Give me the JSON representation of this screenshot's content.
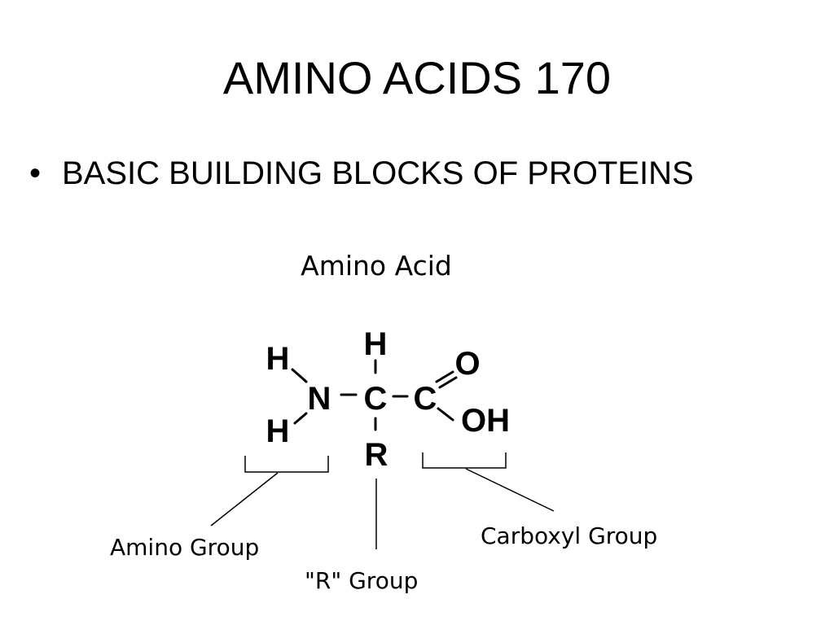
{
  "slide": {
    "title": "AMINO ACIDS 170",
    "bullet_marker": "•",
    "bullet": "BASIC BUILDING BLOCKS OF PROTEINS"
  },
  "figure": {
    "caption": "Amino Acid",
    "atoms": {
      "h_amino_top": "H",
      "h_amino_bottom": "H",
      "nitrogen": "N",
      "h_alpha": "H",
      "c_alpha": "C",
      "c_carboxyl": "C",
      "oxygen": "O",
      "hydroxyl": "OH",
      "r_group": "R"
    },
    "labels": {
      "amino_group": "Amino Group",
      "r_group": "\"R\" Group",
      "carboxyl_group": "Carboxyl Group"
    }
  }
}
